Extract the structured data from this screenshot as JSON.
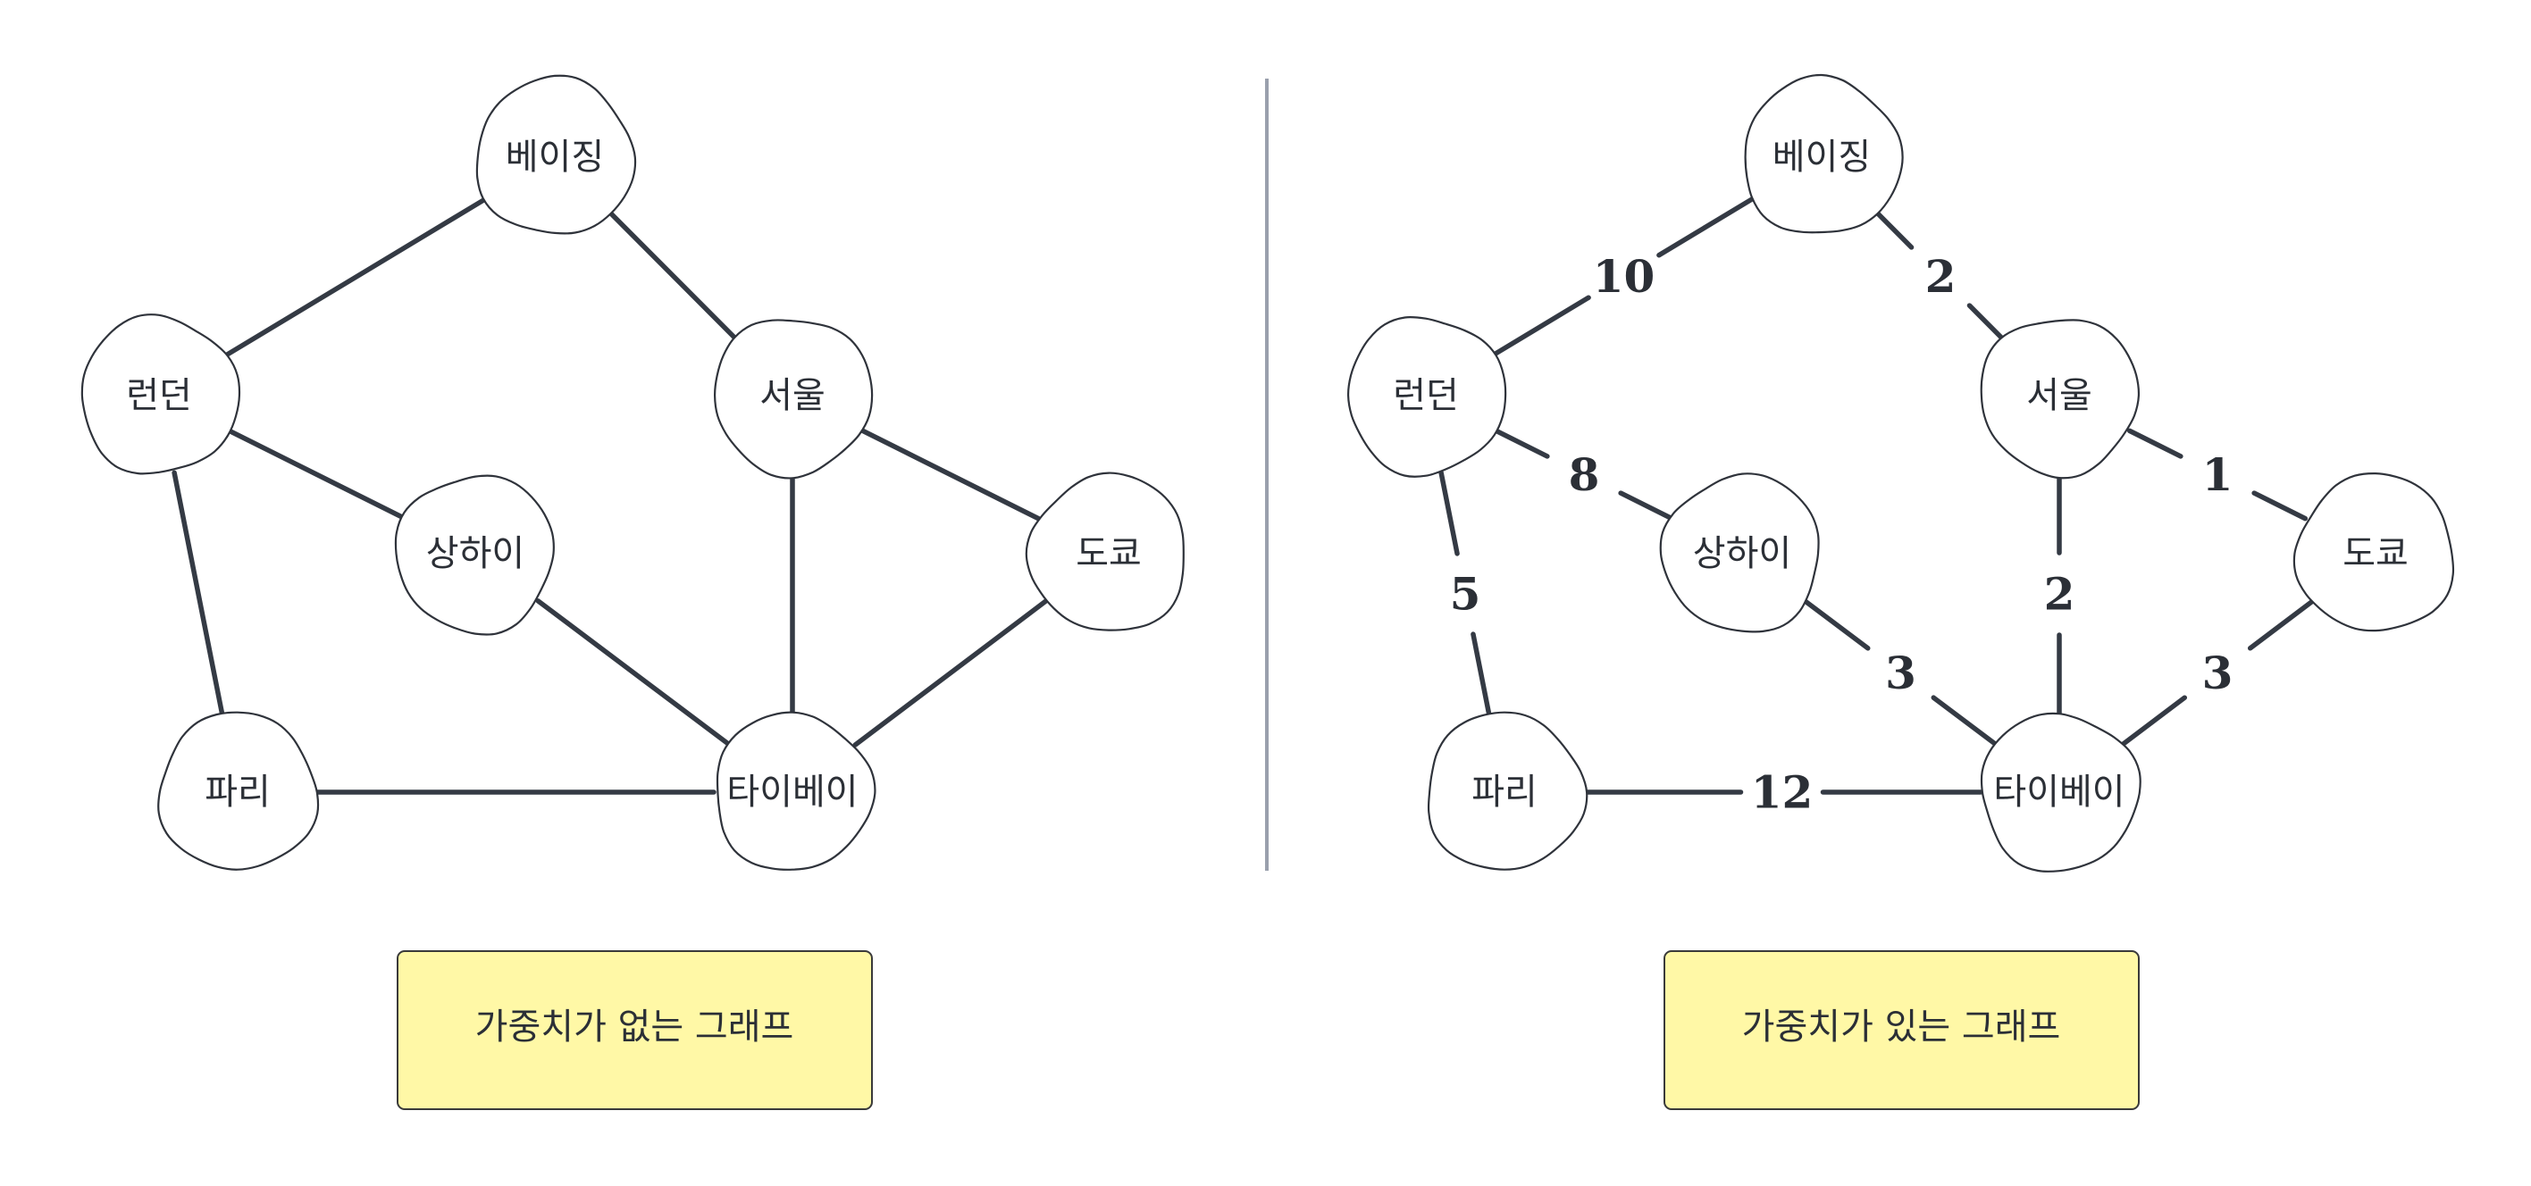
{
  "colors": {
    "edge": "#343a44",
    "node_fill": "#ffffff",
    "node_stroke": "#2f333b",
    "caption_fill": "#fff8a6",
    "divider": "#9aa0ad"
  },
  "graphs": [
    {
      "caption": "가중치가 없는 그래프",
      "nodes": [
        {
          "id": "beijing",
          "label": "베이징"
        },
        {
          "id": "london",
          "label": "런던"
        },
        {
          "id": "seoul",
          "label": "서울"
        },
        {
          "id": "shanghai",
          "label": "상하이"
        },
        {
          "id": "tokyo",
          "label": "도쿄"
        },
        {
          "id": "paris",
          "label": "파리"
        },
        {
          "id": "taipei",
          "label": "타이베이"
        }
      ],
      "edges": [
        {
          "from": "beijing",
          "to": "london"
        },
        {
          "from": "beijing",
          "to": "seoul"
        },
        {
          "from": "london",
          "to": "shanghai"
        },
        {
          "from": "london",
          "to": "paris"
        },
        {
          "from": "seoul",
          "to": "tokyo"
        },
        {
          "from": "seoul",
          "to": "taipei"
        },
        {
          "from": "shanghai",
          "to": "taipei"
        },
        {
          "from": "tokyo",
          "to": "taipei"
        },
        {
          "from": "paris",
          "to": "taipei"
        }
      ]
    },
    {
      "caption": "가중치가 있는 그래프",
      "nodes": [
        {
          "id": "beijing",
          "label": "베이징"
        },
        {
          "id": "london",
          "label": "런던"
        },
        {
          "id": "seoul",
          "label": "서울"
        },
        {
          "id": "shanghai",
          "label": "상하이"
        },
        {
          "id": "tokyo",
          "label": "도쿄"
        },
        {
          "id": "paris",
          "label": "파리"
        },
        {
          "id": "taipei",
          "label": "타이베이"
        }
      ],
      "edges": [
        {
          "from": "beijing",
          "to": "london",
          "weight": "10"
        },
        {
          "from": "beijing",
          "to": "seoul",
          "weight": "2"
        },
        {
          "from": "london",
          "to": "shanghai",
          "weight": "8"
        },
        {
          "from": "london",
          "to": "paris",
          "weight": "5"
        },
        {
          "from": "seoul",
          "to": "tokyo",
          "weight": "1"
        },
        {
          "from": "seoul",
          "to": "taipei",
          "weight": "2"
        },
        {
          "from": "shanghai",
          "to": "taipei",
          "weight": "3"
        },
        {
          "from": "tokyo",
          "to": "taipei",
          "weight": "3"
        },
        {
          "from": "paris",
          "to": "taipei",
          "weight": "12"
        }
      ]
    }
  ]
}
